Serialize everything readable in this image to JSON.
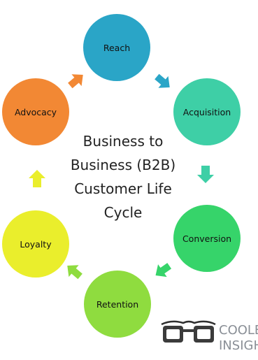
{
  "diagram": {
    "center_title_lines": [
      "Business to",
      "Business (B2B)",
      "Customer Life",
      "Cycle"
    ],
    "stages": [
      {
        "label": "Reach",
        "color": "#2aa5c7"
      },
      {
        "label": "Acquisition",
        "color": "#3ecfa6"
      },
      {
        "label": "Conversion",
        "color": "#36d46a"
      },
      {
        "label": "Retention",
        "color": "#8fdc3f"
      },
      {
        "label": "Loyalty",
        "color": "#eaee2c"
      },
      {
        "label": "Advocacy",
        "color": "#f28834"
      }
    ],
    "arrow_colors": [
      "#2aa5c7",
      "#3ecfa6",
      "#36d46a",
      "#8fdc3f",
      "#eaee2c",
      "#f28834"
    ]
  },
  "logo": {
    "line1": "COOLER",
    "line2": "INSIGHTS",
    "icon": "glasses-icon"
  }
}
